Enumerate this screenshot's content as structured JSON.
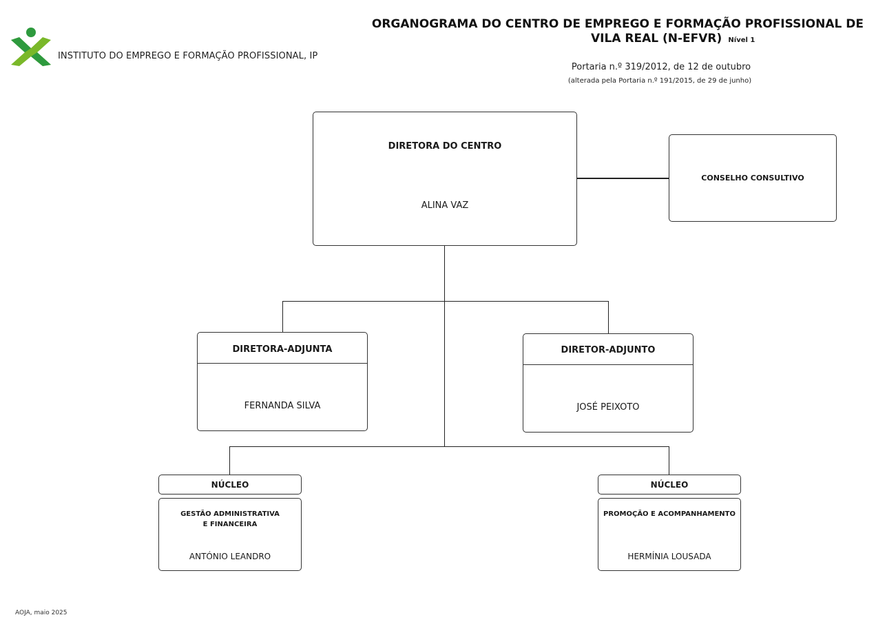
{
  "header": {
    "logo_text": "INSTITUTO DO EMPREGO E FORMAÇÃO PROFISSIONAL, IP",
    "title_line1": "ORGANOGRAMA DO  CENTRO DE EMPREGO E FORMAÇÃO PROFISSIONAL DE",
    "title_line2": "VILA REAL (N-EFVR)",
    "level": "Nível 1",
    "portaria": "Portaria n.º 319/2012, de 12 de outubro",
    "portaria_note": "(alterada pela Portaria n.º 191/2015, de 29 de junho)"
  },
  "colors": {
    "logo_green": "#7ab829",
    "logo_dark_green": "#2e9a3e"
  },
  "nodes": {
    "director": {
      "role": "DIRETORA DO CENTRO",
      "name": "ALINA VAZ"
    },
    "council": {
      "role": "CONSELHO CONSULTIVO"
    },
    "deputy_left": {
      "role": "DIRETORA-ADJUNTA",
      "name": "FERNANDA SILVA"
    },
    "deputy_right": {
      "role": "DIRETOR-ADJUNTO",
      "name": "JOSÉ PEIXOTO"
    },
    "nucleus_left": {
      "header": "NÚCLEO",
      "role_line1": "GESTÃO ADMINISTRATIVA",
      "role_line2": "E FINANCEIRA",
      "name": "ANTÓNIO LEANDRO"
    },
    "nucleus_right": {
      "header": "NÚCLEO",
      "role": "PROMOÇÃO E ACOMPANHAMENTO",
      "name": "HERMÍNIA LOUSADA"
    }
  },
  "footer": {
    "text": "AOJA, maio 2025"
  }
}
